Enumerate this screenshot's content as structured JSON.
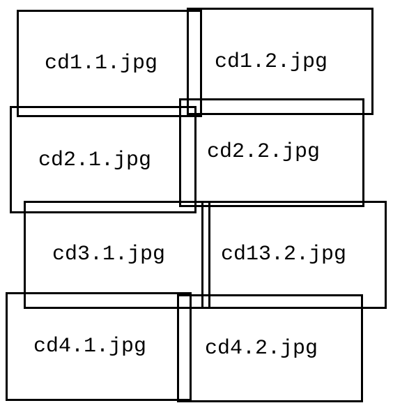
{
  "colors": {
    "stroke": "#000000",
    "background": "#ffffff",
    "text": "#000000"
  },
  "tiles": [
    {
      "label": "cd1.1.jpg"
    },
    {
      "label": "cd1.2.jpg"
    },
    {
      "label": "cd2.1.jpg"
    },
    {
      "label": "cd2.2.jpg"
    },
    {
      "label": "cd3.1.jpg"
    },
    {
      "label": "cd13.2.jpg"
    },
    {
      "label": "cd4.1.jpg"
    },
    {
      "label": "cd4.2.jpg"
    }
  ]
}
